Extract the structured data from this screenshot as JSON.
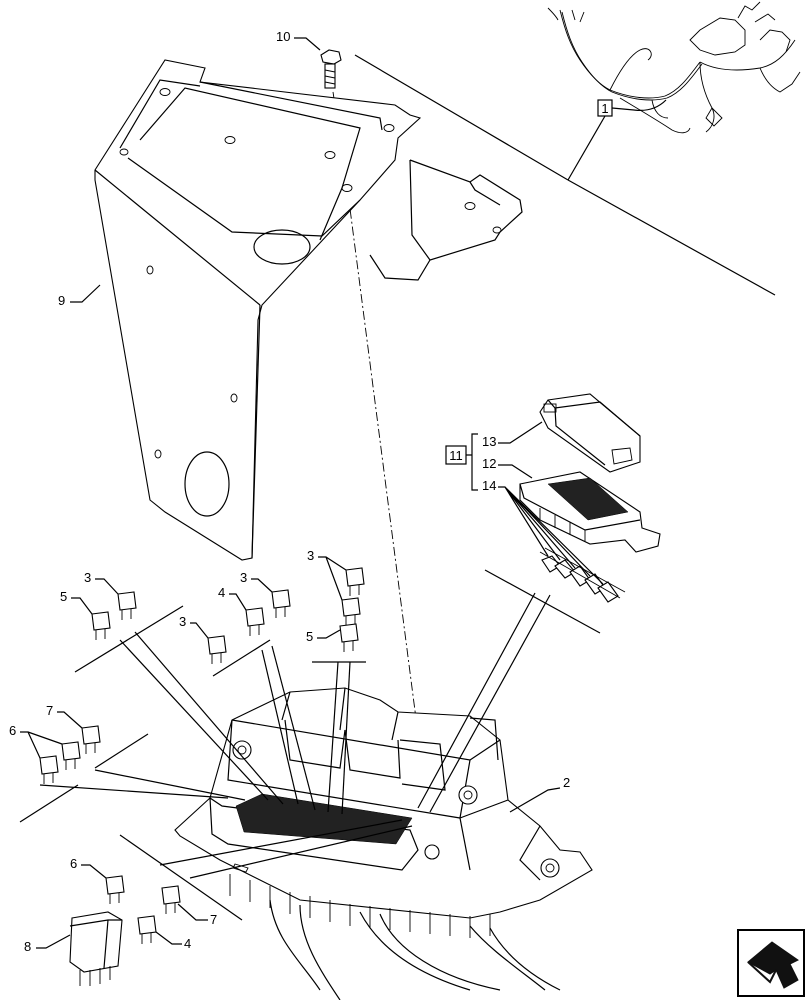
{
  "callouts": {
    "c1": "1",
    "c2": "2",
    "c3a": "3",
    "c3b": "3",
    "c3c": "3",
    "c3d": "3",
    "c4a": "4",
    "c4b": "4",
    "c5a": "5",
    "c5b": "5",
    "c6a": "6",
    "c6b": "6",
    "c7a": "7",
    "c7b": "7",
    "c8": "8",
    "c9": "9",
    "c10": "10",
    "c11": "11",
    "c12": "12",
    "c13": "13",
    "c14": "14"
  },
  "icons": {
    "nav": "next-page-arrow-icon"
  }
}
